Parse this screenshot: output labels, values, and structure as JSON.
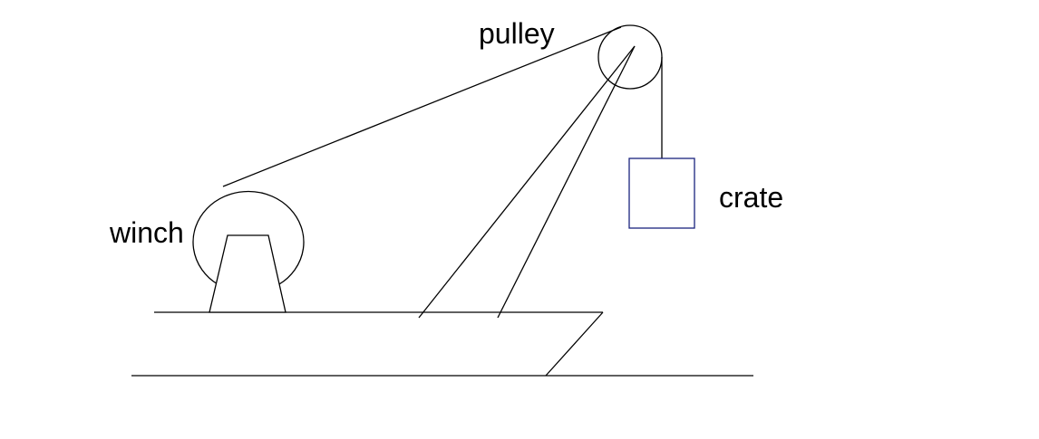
{
  "labels": {
    "pulley": "pulley",
    "winch": "winch",
    "crate": "crate"
  },
  "colors": {
    "line": "#000000",
    "crate_border": "#1a237e",
    "background": "#ffffff"
  }
}
